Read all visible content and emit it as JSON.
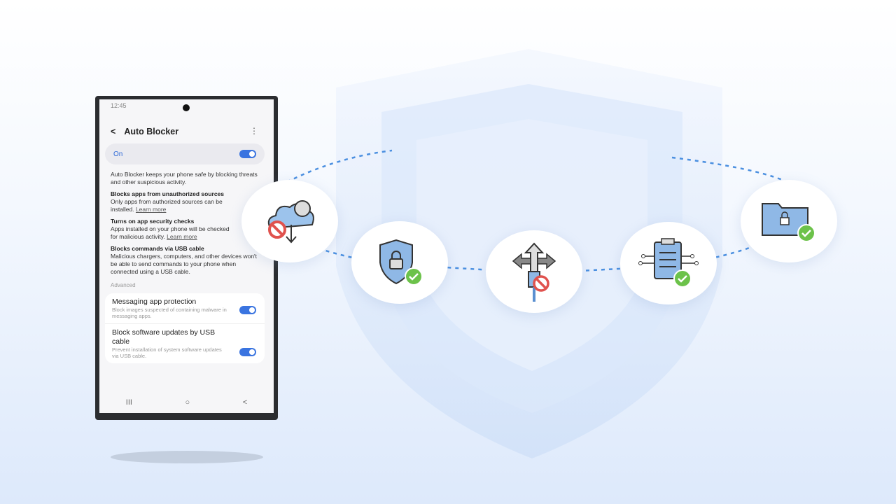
{
  "phone": {
    "time": "12:45",
    "title": "Auto Blocker",
    "toggle_label": "On",
    "toggle_on": true,
    "intro": "Auto Blocker keeps your phone safe by blocking threats and other suspicious activity.",
    "features": [
      {
        "title": "Blocks apps from unauthorized sources",
        "desc": "Only apps from authorized sources can be installed.",
        "link": "Learn more"
      },
      {
        "title": "Turns on app security checks",
        "desc": "Apps installed on your phone will be checked for malicious activity.",
        "link": "Learn more"
      },
      {
        "title": "Blocks commands via USB cable",
        "desc": "Malicious chargers, computers, and other devices won't be able to send commands to your phone when connected using a USB cable.",
        "link": ""
      }
    ],
    "advanced_label": "Advanced",
    "settings": [
      {
        "title": "Messaging app protection",
        "desc": "Block images suspected of containing malware in messaging apps.",
        "on": true
      },
      {
        "title": "Block software updates by USB cable",
        "desc": "Prevent installation of system software updates via USB cable.",
        "on": true
      }
    ],
    "nav": {
      "recents": "III",
      "home": "○",
      "back": "<"
    }
  },
  "icons": [
    "cloud-skull-blocked-icon",
    "shield-lock-check-icon",
    "usb-arrows-blocked-icon",
    "clipboard-circuit-check-icon",
    "folder-lock-check-icon"
  ],
  "colors": {
    "accent": "#3a74e0",
    "block": "#e0524e",
    "check": "#6cc24a",
    "icon_fill": "#8fb8e6"
  }
}
